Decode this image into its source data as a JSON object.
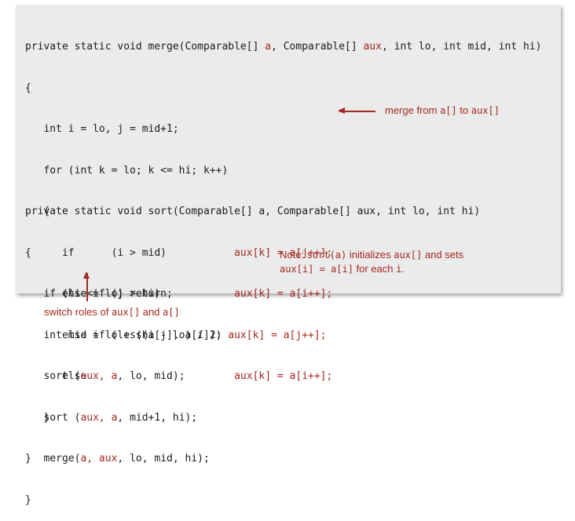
{
  "merge_code": {
    "line1a": "private static void merge(Comparable[] ",
    "line1b": "a",
    "line1c": ", Comparable[] ",
    "line1d": "aux",
    "line1e": ", int lo, int mid, int hi)",
    "line2": "{",
    "line3": "   int i = lo, j = mid+1;",
    "line4": "   for (int k = lo; k <= hi; k++)",
    "line5": "   {",
    "line6a": "      if      (i > mid)           ",
    "line6b": "aux[k] = a[j++];",
    "line7a": "      else if (j > hi)            ",
    "line7b": "aux[k] = a[i++];",
    "line8a": "      else if (less(a[j], a[i])) ",
    "line8b": "aux[k] = a[j++];",
    "line9a": "      else                        ",
    "line9b": "aux[k] = a[i++];",
    "line10": "   }",
    "line11": "}"
  },
  "sort_code": {
    "line1": "private static void sort(Comparable[] a, Comparable[] aux, int lo, int hi)",
    "line2": "{",
    "line3": "   if (hi <= lo) return;",
    "line4": "   int mid = lo + (hi - lo) / 2;",
    "line5a": "   sort (",
    "line5b": "aux, a",
    "line5c": ", lo, mid);",
    "line6a": "   sort (",
    "line6b": "aux, a",
    "line6c": ", mid+1, hi);",
    "line7a": "   merge(",
    "line7b": "a, aux",
    "line7c": ", lo, mid, hi);",
    "line8": "}"
  },
  "notes": {
    "merge_from_text": "merge from ",
    "merge_from_a": "a[]",
    "merge_from_to": " to ",
    "merge_from_aux": "aux[]",
    "sort_note1_a": "Note: ",
    "sort_note1_b": "sort(a)",
    "sort_note1_c": " initializes ",
    "sort_note1_d": "aux[]",
    "sort_note1_e": " and sets",
    "sort_note2_a": "aux[i] = a[i]",
    "sort_note2_b": " for each ",
    "sort_note2_c": "i",
    "sort_note2_d": ".",
    "switch_a": "switch roles of ",
    "switch_b": "aux[]",
    "switch_c": " and ",
    "switch_d": "a[]"
  },
  "colors": {
    "accent": "#a2281e",
    "panel": "#ebebeb",
    "text": "#1c1c1c"
  }
}
